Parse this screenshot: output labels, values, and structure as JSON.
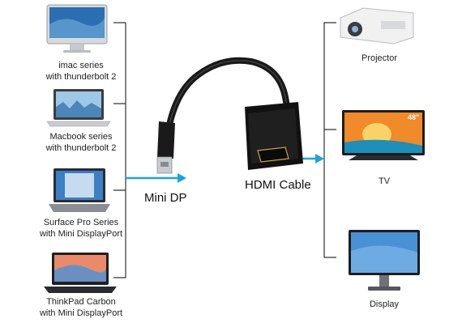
{
  "sources": [
    {
      "label_line1": "imac series",
      "label_line2": "with thunderbolt 2",
      "icon": "imac-icon"
    },
    {
      "label_line1": "Macbook series",
      "label_line2": "with thunderbolt 2",
      "icon": "macbook-icon"
    },
    {
      "label_line1": "Surface Pro Series",
      "label_line2": "with Mini DisplayPort",
      "icon": "surface-icon"
    },
    {
      "label_line1": "ThinkPad Carbon",
      "label_line2": "with Mini DisplayPort",
      "icon": "thinkpad-icon"
    }
  ],
  "connector_in": "Mini DP",
  "connector_out": "HDMI Cable",
  "outputs": [
    {
      "label": "Projector",
      "icon": "projector-icon"
    },
    {
      "label": "TV",
      "icon": "tv-icon"
    },
    {
      "label": "Display",
      "icon": "display-icon"
    }
  ],
  "tv_badge": "48\"",
  "colors": {
    "arrow": "#1aa3e0",
    "cable": "#1a1a1a",
    "bracket": "#333333"
  }
}
